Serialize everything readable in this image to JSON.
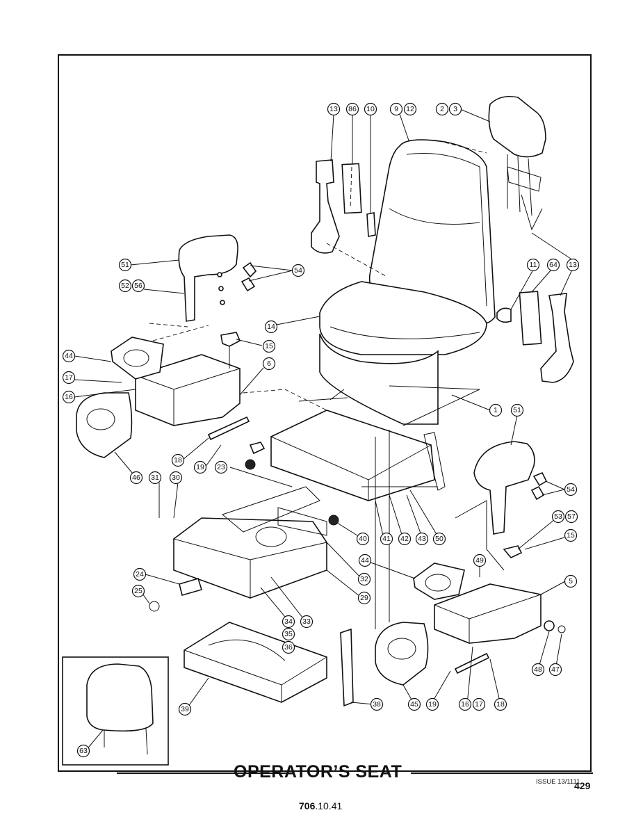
{
  "title": "OPERATOR’S SEAT",
  "issue": "ISSUE 13/1111",
  "page_number": "429",
  "document_number_bold": "706",
  "document_number_rest": ".10.41",
  "callouts": [
    "13",
    "86",
    "10",
    "9",
    "12",
    "2",
    "3",
    "51",
    "52",
    "56",
    "54",
    "11",
    "64",
    "13",
    "14",
    "15",
    "6",
    "44",
    "17",
    "16",
    "1",
    "51",
    "18",
    "19",
    "23",
    "46",
    "31",
    "30",
    "54",
    "53",
    "57",
    "15",
    "40",
    "41",
    "42",
    "43",
    "50",
    "49",
    "44",
    "5",
    "24",
    "25",
    "32",
    "29",
    "34",
    "33",
    "35",
    "36",
    "48",
    "47",
    "39",
    "38",
    "45",
    "19",
    "16",
    "17",
    "18",
    "63"
  ]
}
